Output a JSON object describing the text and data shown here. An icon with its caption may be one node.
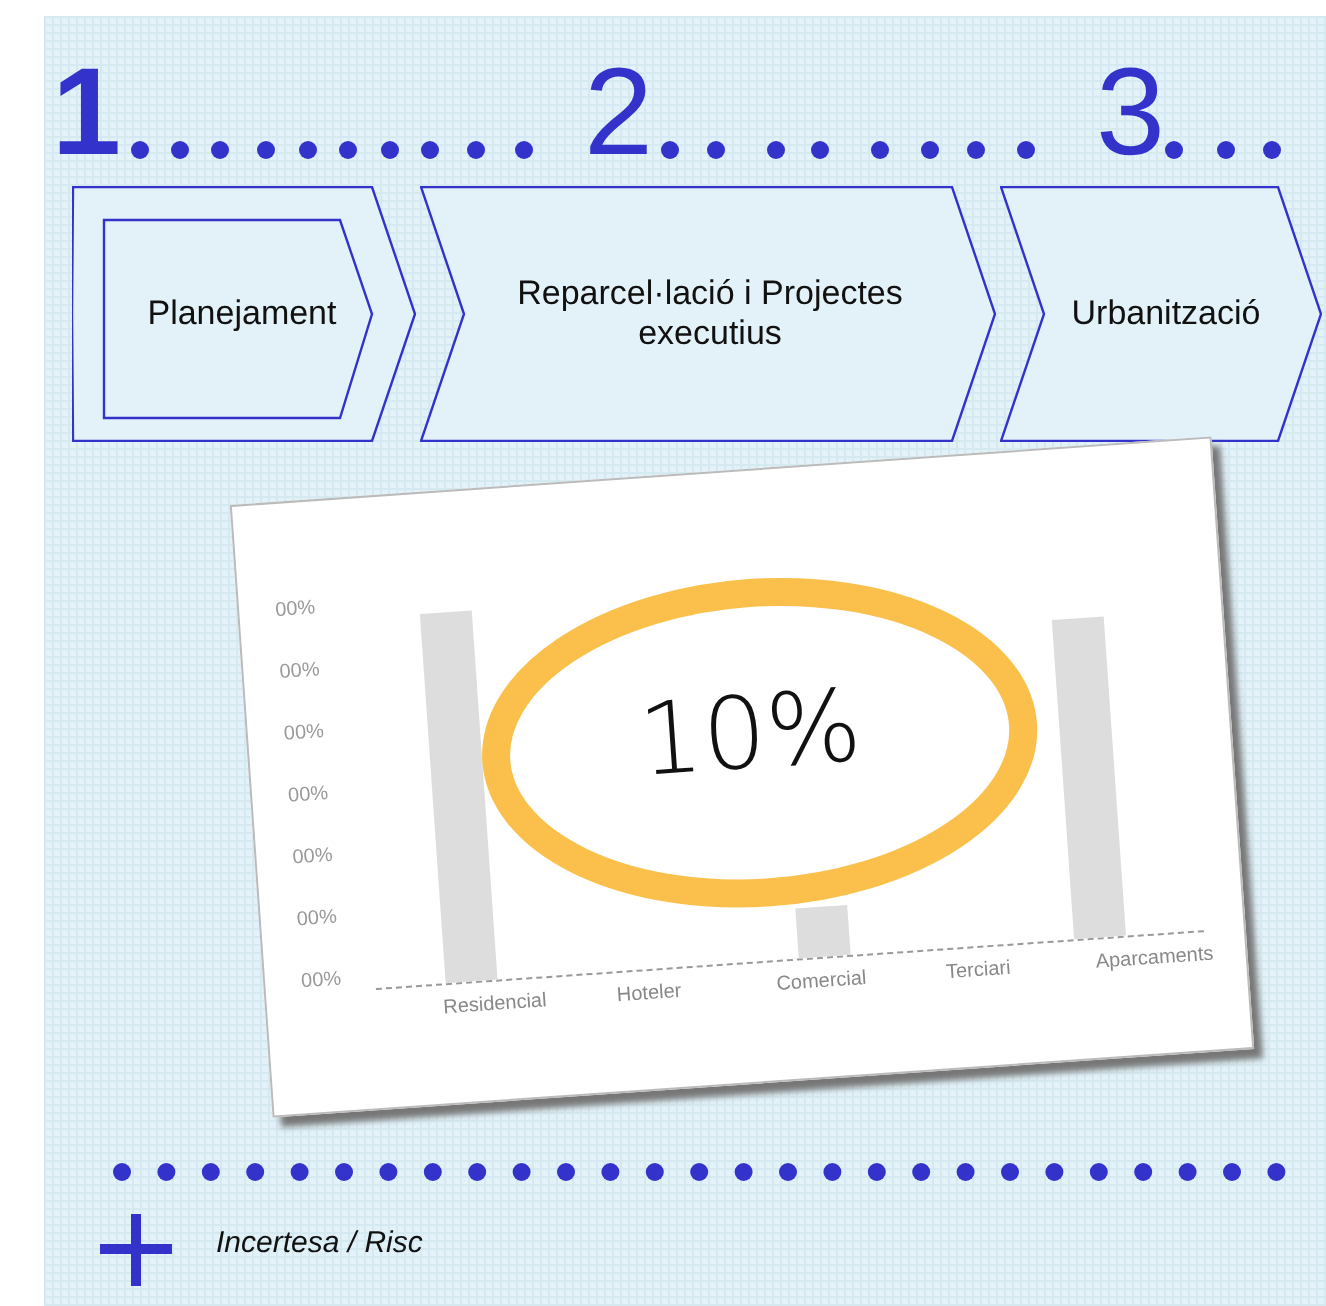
{
  "diagram": {
    "nodes": [
      {
        "text": [
          "Planejament"
        ]
      },
      {
        "text": [
          "Reparcel·lació i Projectes executius"
        ]
      },
      {
        "text": [
          "Urbanització"
        ]
      }
    ],
    "labels": [
      "1",
      "2",
      "3",
      "00%",
      "00%",
      "00%",
      "00%",
      "00%",
      "00%",
      "00%",
      "10%",
      "Residencial",
      "Hoteler",
      "Comercial",
      "Terciari",
      "Aparcaments",
      "Incertesa / Risc"
    ]
  }
}
